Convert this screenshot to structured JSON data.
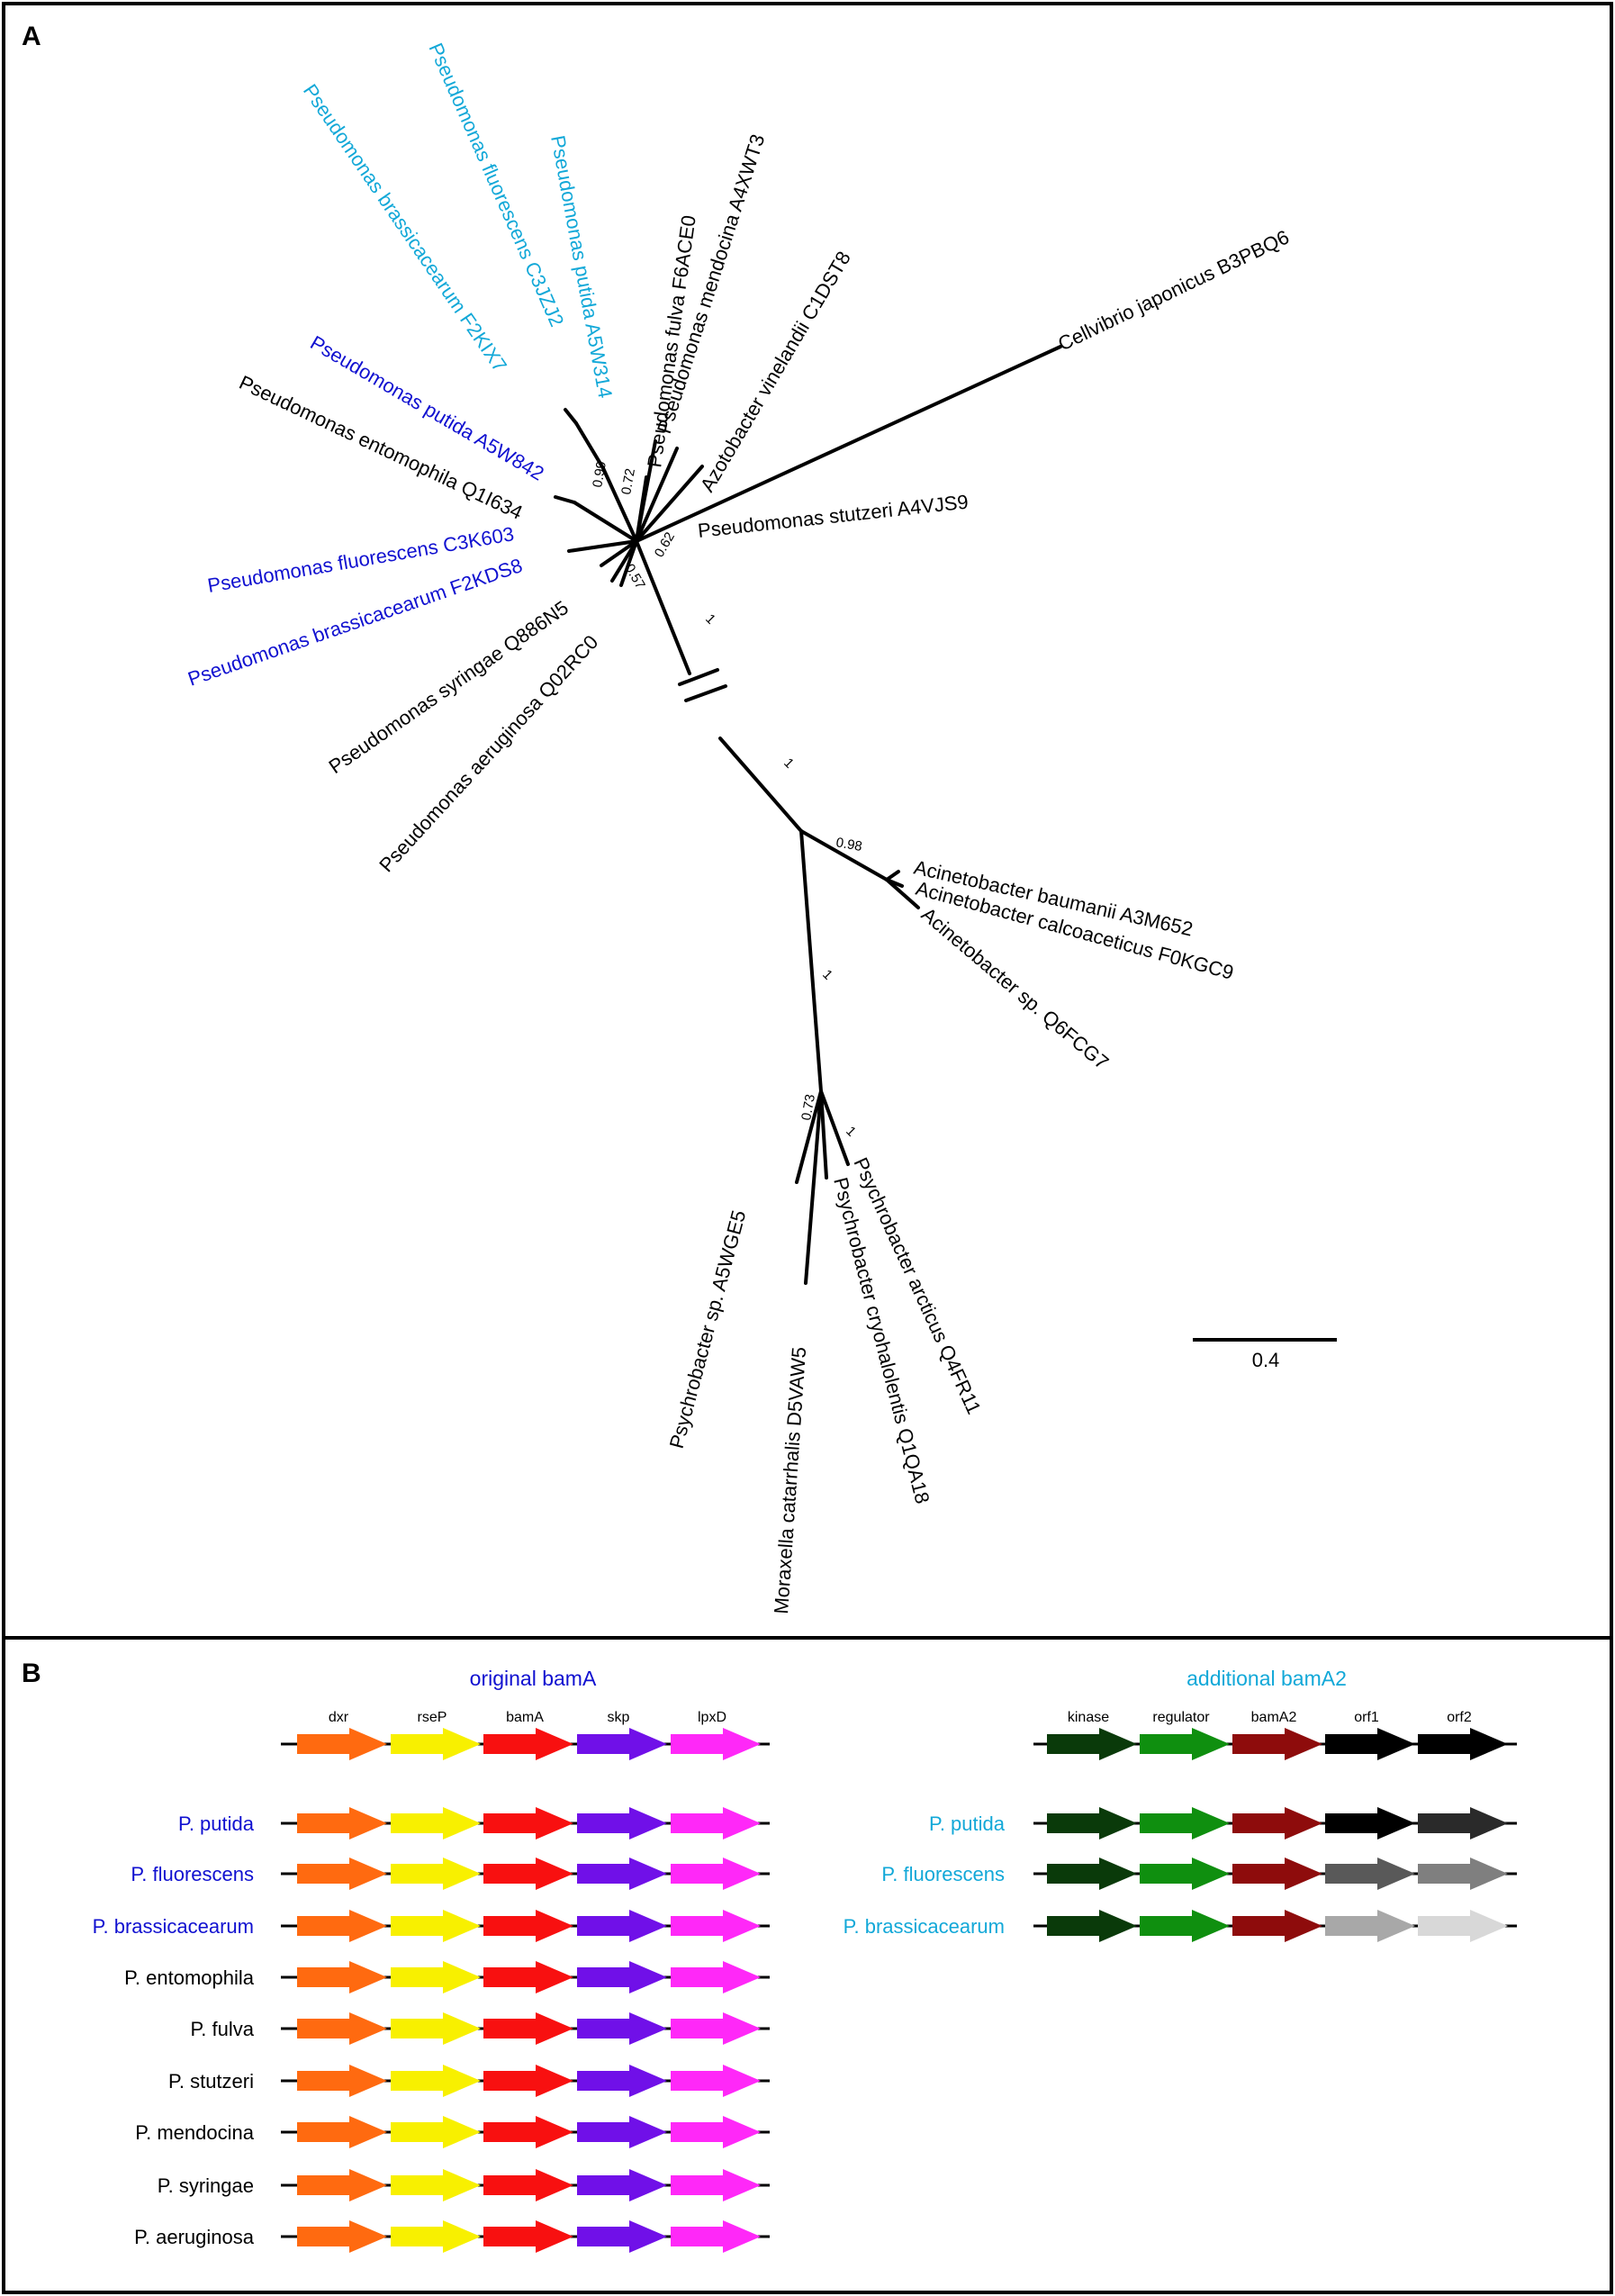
{
  "panel_a": {
    "letter": "A",
    "scale_label": "0.4",
    "taxa": {
      "p_brassicacearum_f2kix7": "Pseudomonas brassicacearum F2KIX7",
      "p_fluorescens_c3jzj2": "Pseudomonas fluorescens C3JZJ2",
      "p_putida_a5w314": "Pseudomonas putida A5W314",
      "p_putida_a5w842": "Pseudomonas putida A5W842",
      "p_entomophila_q1i634": "Pseudomonas entomophila Q1I634",
      "p_fluorescens_c3k603": "Pseudomonas fluorescens C3K603",
      "p_brassicacearum_f2kds8": "Pseudomonas brassicacearum F2KDS8",
      "p_syringae_q886n5": "Pseudomonas syringae Q886N5",
      "p_aeruginosa_q02rc0": "Pseudomonas aeruginosa Q02RC0",
      "p_fulva_f6ace0": "Pseudomonas fulva F6ACE0",
      "p_mendocina_a4xwt3": "Pseudomonas mendocina A4XWT3",
      "a_vinelandii_c1dst8": "Azotobacter vinelandii C1DST8",
      "c_japonicus_b3pbq6": "Cellvibrio japonicus B3PBQ6",
      "p_stutzeri_a4vjs9": "Pseudomonas stutzeri A4VJS9",
      "a_baumanii_a3m652": "Acinetobacter baumanii A3M652",
      "a_calcoaceticus_f0kgc9": "Acinetobacter calcoaceticus F0KGC9",
      "a_sp_q6fcg7": "Acinetobacter sp. Q6FCG7",
      "ps_sp_a5wge5": "Psychrobacter sp. A5WGE5",
      "m_catarrhalis_d5vaw5": "Moraxella catarrhalis D5VAW5",
      "ps_cryohalolentis_q1qa18": "Psychrobacter cryohalolentis Q1QA18",
      "ps_arcticus_q4fr11": "Psychrobacter arcticus Q4FR11"
    },
    "support": {
      "s099": "0.99",
      "s072": "0.72",
      "s062": "0.62",
      "s057": "0.57",
      "s1_stem_top": "1",
      "s1_stem_low": "1",
      "s098": "0.98",
      "s1_psy_stem": "1",
      "s073": "0.73",
      "s1_psy_arcticus": "1"
    }
  },
  "panel_b": {
    "letter": "B",
    "original": {
      "title": "original bamA",
      "genes": [
        "dxr",
        "rseP",
        "bamA",
        "skp",
        "lpxD"
      ],
      "rows": [
        "P. putida",
        "P. fluorescens",
        "P. brassicacearum",
        "P. entomophila",
        "P. fulva",
        "P. stutzeri",
        "P. mendocina",
        "P. syringae",
        "P. aeruginosa"
      ]
    },
    "additional": {
      "title": "additional bamA2",
      "genes": [
        "kinase",
        "regulator",
        "bamA2",
        "orf1",
        "orf2"
      ],
      "rows": [
        "P. putida",
        "P. fluorescens",
        "P. brassicacearum"
      ]
    }
  },
  "colors": {
    "label_black": "#000000",
    "dark_blue": "#1010d0",
    "light_blue": "#12a8d8",
    "dxr": "#ff6a10",
    "rseP": "#f8f000",
    "bamA": "#f81010",
    "skp": "#7010e8",
    "lpxD": "#ff28f8",
    "kinase": "#0a3a0a",
    "regulator": "#0f8f0f",
    "bamA2": "#8e0c0c",
    "orf_black": "#000000",
    "orf_dark": "#2a2a2a",
    "orf_grey": "#595959",
    "orf_mid": "#7f7f7f",
    "orf_light": "#a8a8a8",
    "orf_pale": "#d8d8d8"
  }
}
